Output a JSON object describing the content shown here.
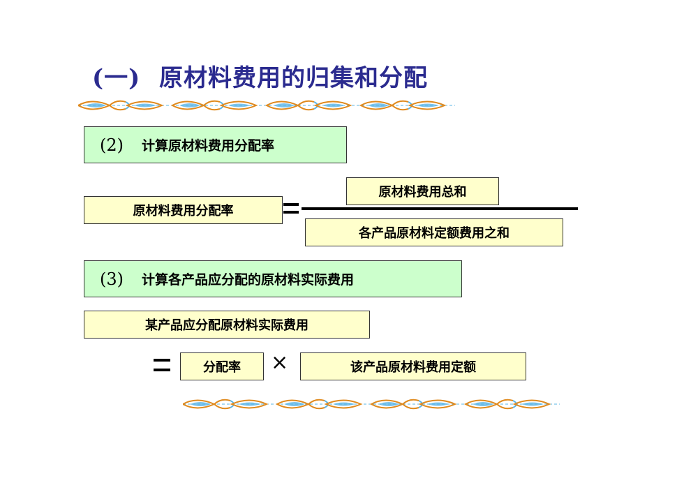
{
  "title": {
    "paren_text": "(一)",
    "main_text": "原材料费用的归集和分配"
  },
  "steps": [
    {
      "number": "(2)",
      "text": "计算原材料费用分配率"
    },
    {
      "number": "(3)",
      "text": "计算各产品应分配的原材料实际费用"
    }
  ],
  "formula1": {
    "lhs": "原材料费用分配率",
    "numerator": "原材料费用总和",
    "denominator": "各产品原材料定额费用之和"
  },
  "formula2": {
    "lhs": "某产品应分配原材料实际费用",
    "factor1": "分配率",
    "operator": "×",
    "factor2": "该产品原材料费用定额"
  },
  "colors": {
    "title": "#2b2b8f",
    "step_box": "#ccffcc",
    "term_box": "#ffffcc",
    "deco_orange": "#e08a1e",
    "deco_blue": "#5ab4e6"
  },
  "decorations": [
    "ornament-divider",
    "ornament-divider"
  ]
}
